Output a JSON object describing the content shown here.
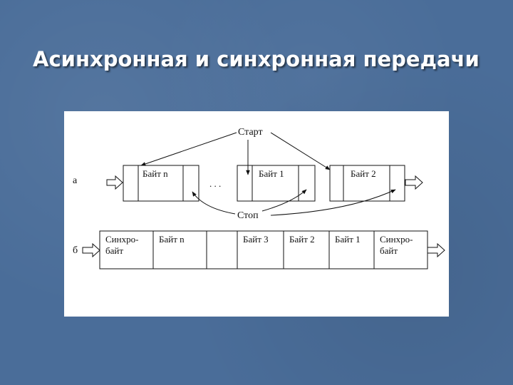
{
  "slide": {
    "title": "Асинхронная и синхронная передачи"
  },
  "diagram": {
    "row_a": {
      "label": "а",
      "start_label": "Старт",
      "stop_label": "Стоп",
      "ellipsis": ". . .",
      "frames": [
        {
          "byte_label": "Байт n"
        },
        {
          "byte_label": "Байт 1"
        },
        {
          "byte_label": "Байт 2"
        }
      ]
    },
    "row_b": {
      "label": "б",
      "cells": {
        "sync_left_1": "Синхро-",
        "sync_left_2": "байт",
        "byte_n": "Байт n",
        "byte_3": "Байт 3",
        "byte_2": "Байт 2",
        "byte_1": "Байт 1",
        "sync_right_1": "Синхро-",
        "sync_right_2": "байт"
      }
    }
  }
}
